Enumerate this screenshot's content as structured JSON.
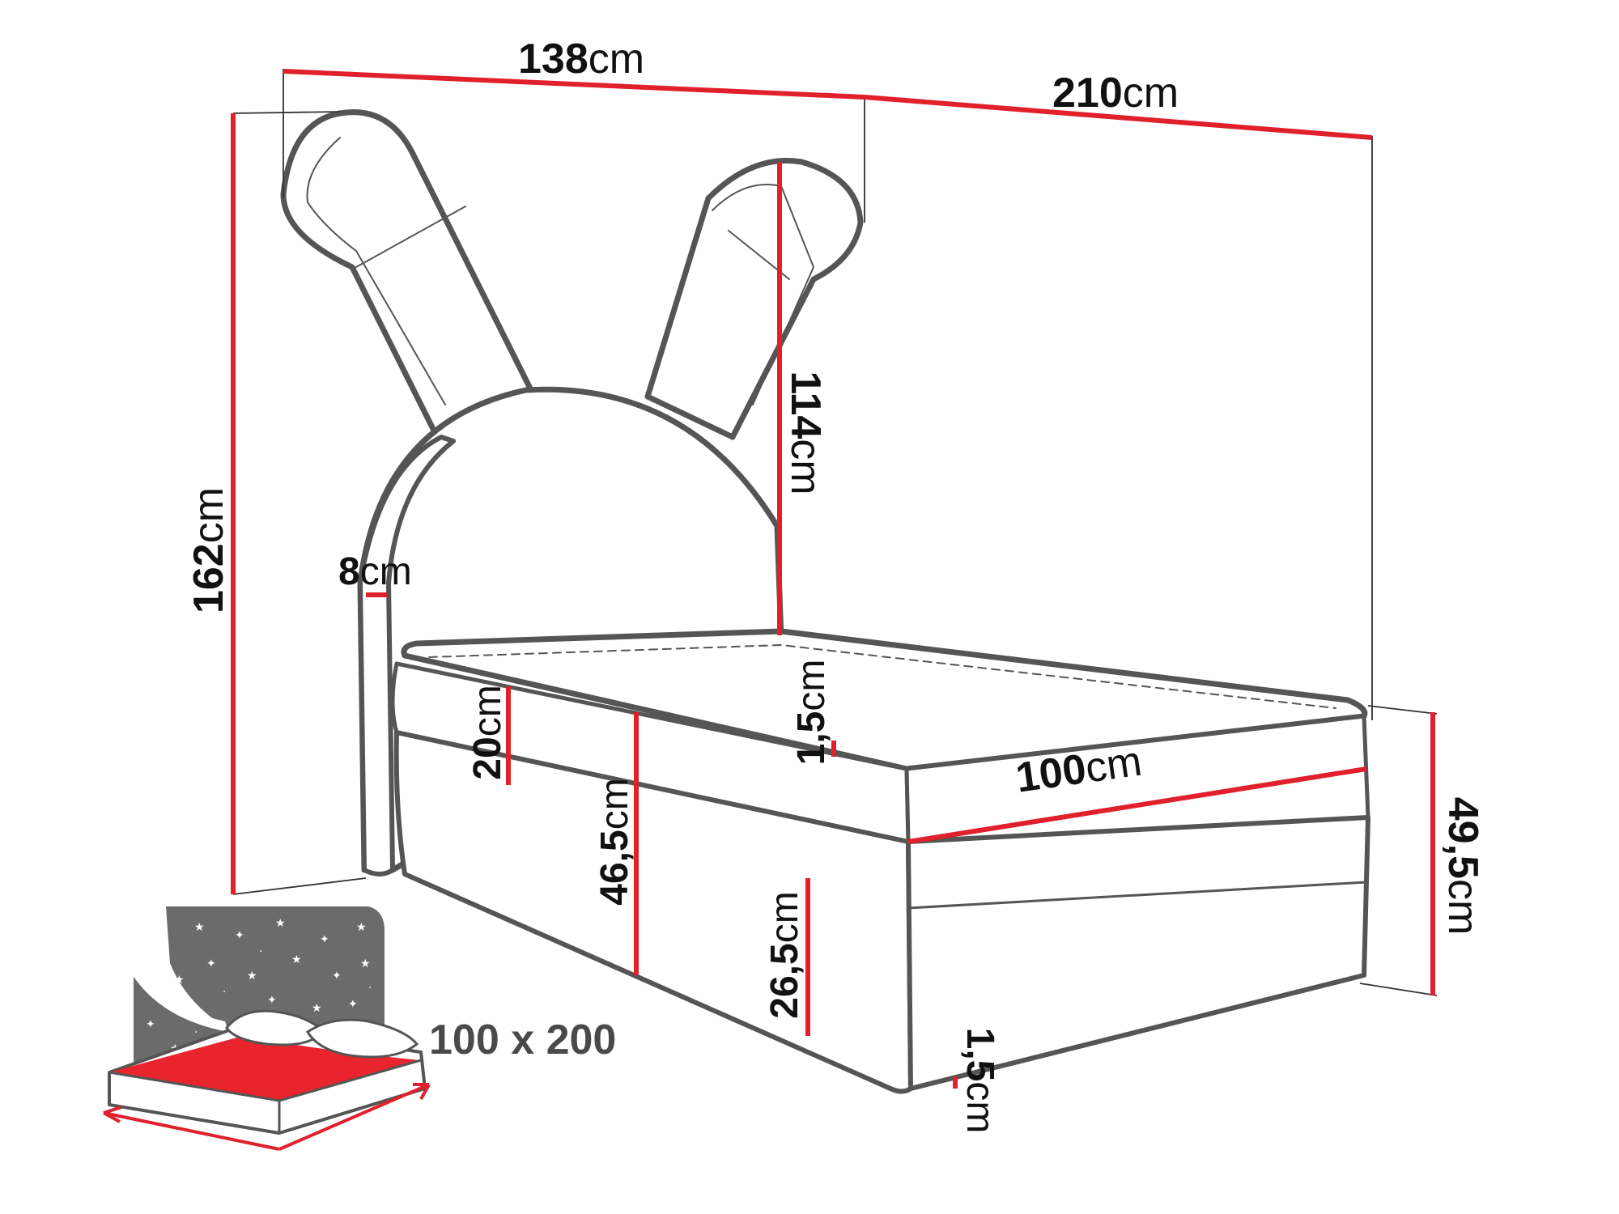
{
  "colors": {
    "outline": "#555555",
    "dimension_line": "#e0202a",
    "guide_line": "#333333",
    "mattress_top": "#e8242c",
    "headboard_fill": "#6b6b6b",
    "text": "#111111"
  },
  "dimensions": {
    "width_total": {
      "value": "138",
      "unit": "cm"
    },
    "length_total": {
      "value": "210",
      "unit": "cm"
    },
    "height_total": {
      "value": "162",
      "unit": "cm"
    },
    "headboard_height": {
      "value": "114",
      "unit": "cm"
    },
    "headboard_thickness": {
      "value": "8",
      "unit": "cm"
    },
    "mattress_height": {
      "value": "20",
      "unit": "cm"
    },
    "topper_height": {
      "value": "1,5",
      "unit": "cm"
    },
    "frame_height": {
      "value": "46,5",
      "unit": "cm"
    },
    "mattress_width": {
      "value": "100",
      "unit": "cm"
    },
    "side_height": {
      "value": "49,5",
      "unit": "cm"
    },
    "base_height": {
      "value": "26,5",
      "unit": "cm"
    },
    "feet_height": {
      "value": "1,5",
      "unit": "cm"
    }
  },
  "mattress_size": {
    "label": "100 x 200"
  },
  "icons": {
    "bed_drawing": "bunny-headboard-bed",
    "mattress_icon": "mattress-with-pillows",
    "starry_headboard_icon": "stars-headboard"
  }
}
